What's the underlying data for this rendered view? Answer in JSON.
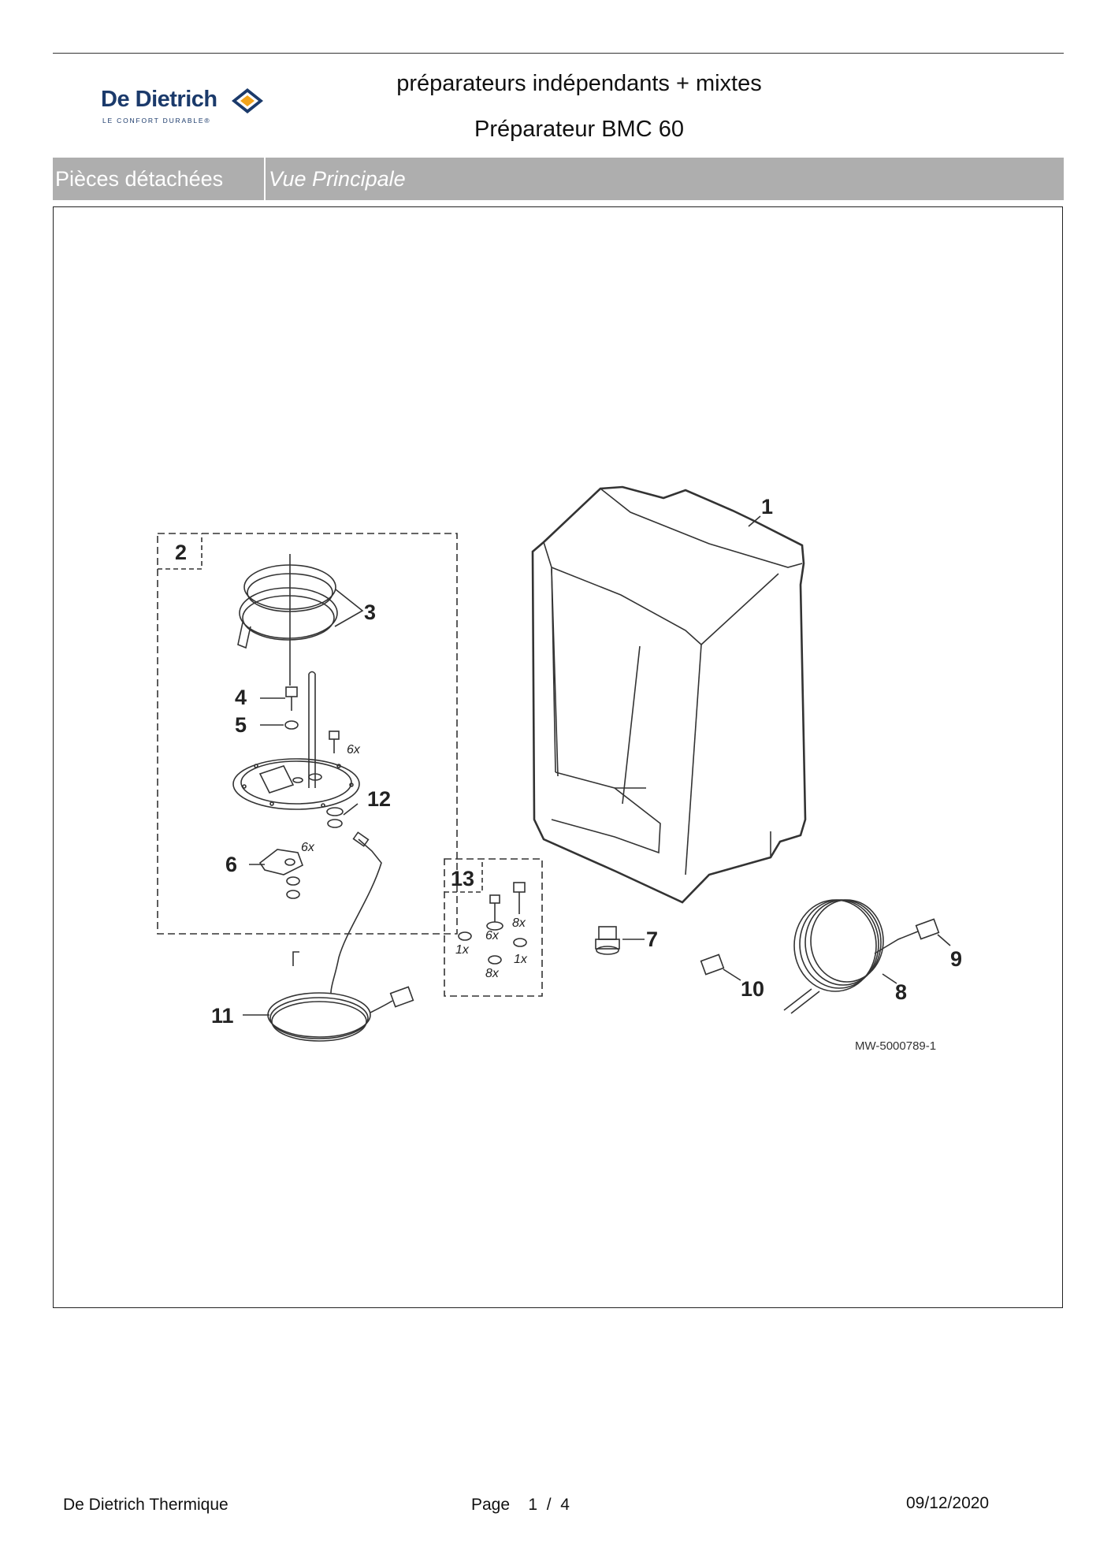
{
  "header": {
    "brand": "De Dietrich",
    "tagline": "LE CONFORT DURABLE®",
    "title_line1": "préparateurs indépendants + mixtes",
    "title_line2": "Préparateur BMC 60"
  },
  "section_bar": {
    "left_label": "Pièces détachées",
    "right_label": "Vue Principale"
  },
  "diagram": {
    "callouts": [
      "1",
      "2",
      "3",
      "4",
      "5",
      "6",
      "7",
      "8",
      "9",
      "10",
      "11",
      "12",
      "13"
    ],
    "quantities": {
      "q_6x_a": "6x",
      "q_6x_b": "6x",
      "q_6x_c": "6x",
      "q_8x_a": "8x",
      "q_8x_b": "8x",
      "q_1x_a": "1x",
      "q_1x_b": "1x"
    },
    "reference": "MW-5000789-1"
  },
  "footer": {
    "company": "De Dietrich Thermique",
    "page_label": "Page",
    "page_current": "1",
    "page_sep": "/",
    "page_total": "4",
    "date": "09/12/2020"
  }
}
